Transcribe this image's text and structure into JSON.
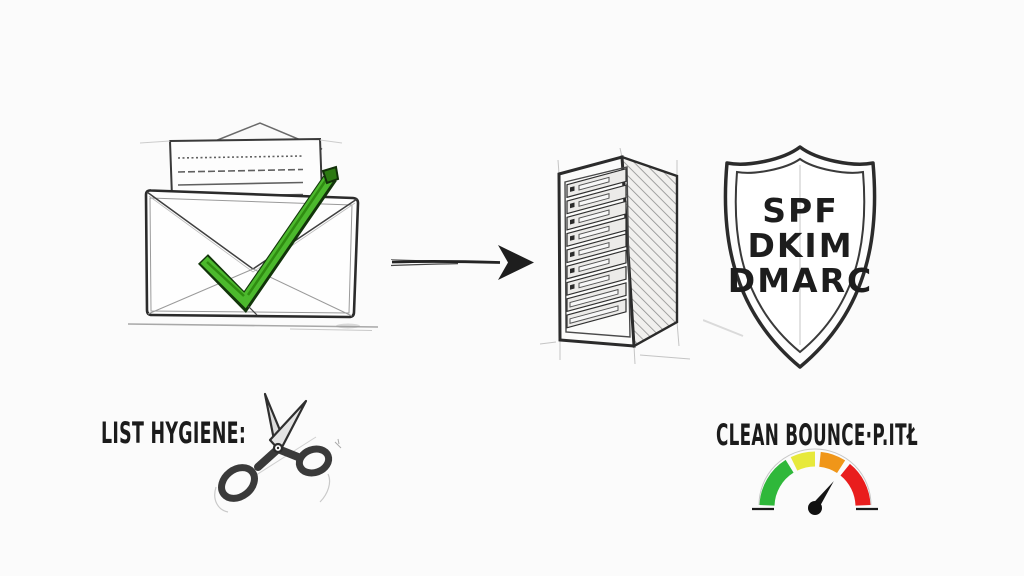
{
  "shield": {
    "lines": [
      "SPF",
      "DKIM",
      "DMARC"
    ]
  },
  "labels": {
    "list_hygiene": "LIST HYGIENE:",
    "clean_bounce_rate": "CLEAN BOUNCE·P.ITŁ"
  },
  "colors": {
    "background": "#fbfbfb",
    "ink": "#222222",
    "check_green": "#4cb92d",
    "check_green_dark": "#2f8c11",
    "gauge_green": "#2fb83a",
    "gauge_yellow": "#e7e93b",
    "gauge_orange": "#f09619",
    "gauge_red": "#e91d1d"
  }
}
